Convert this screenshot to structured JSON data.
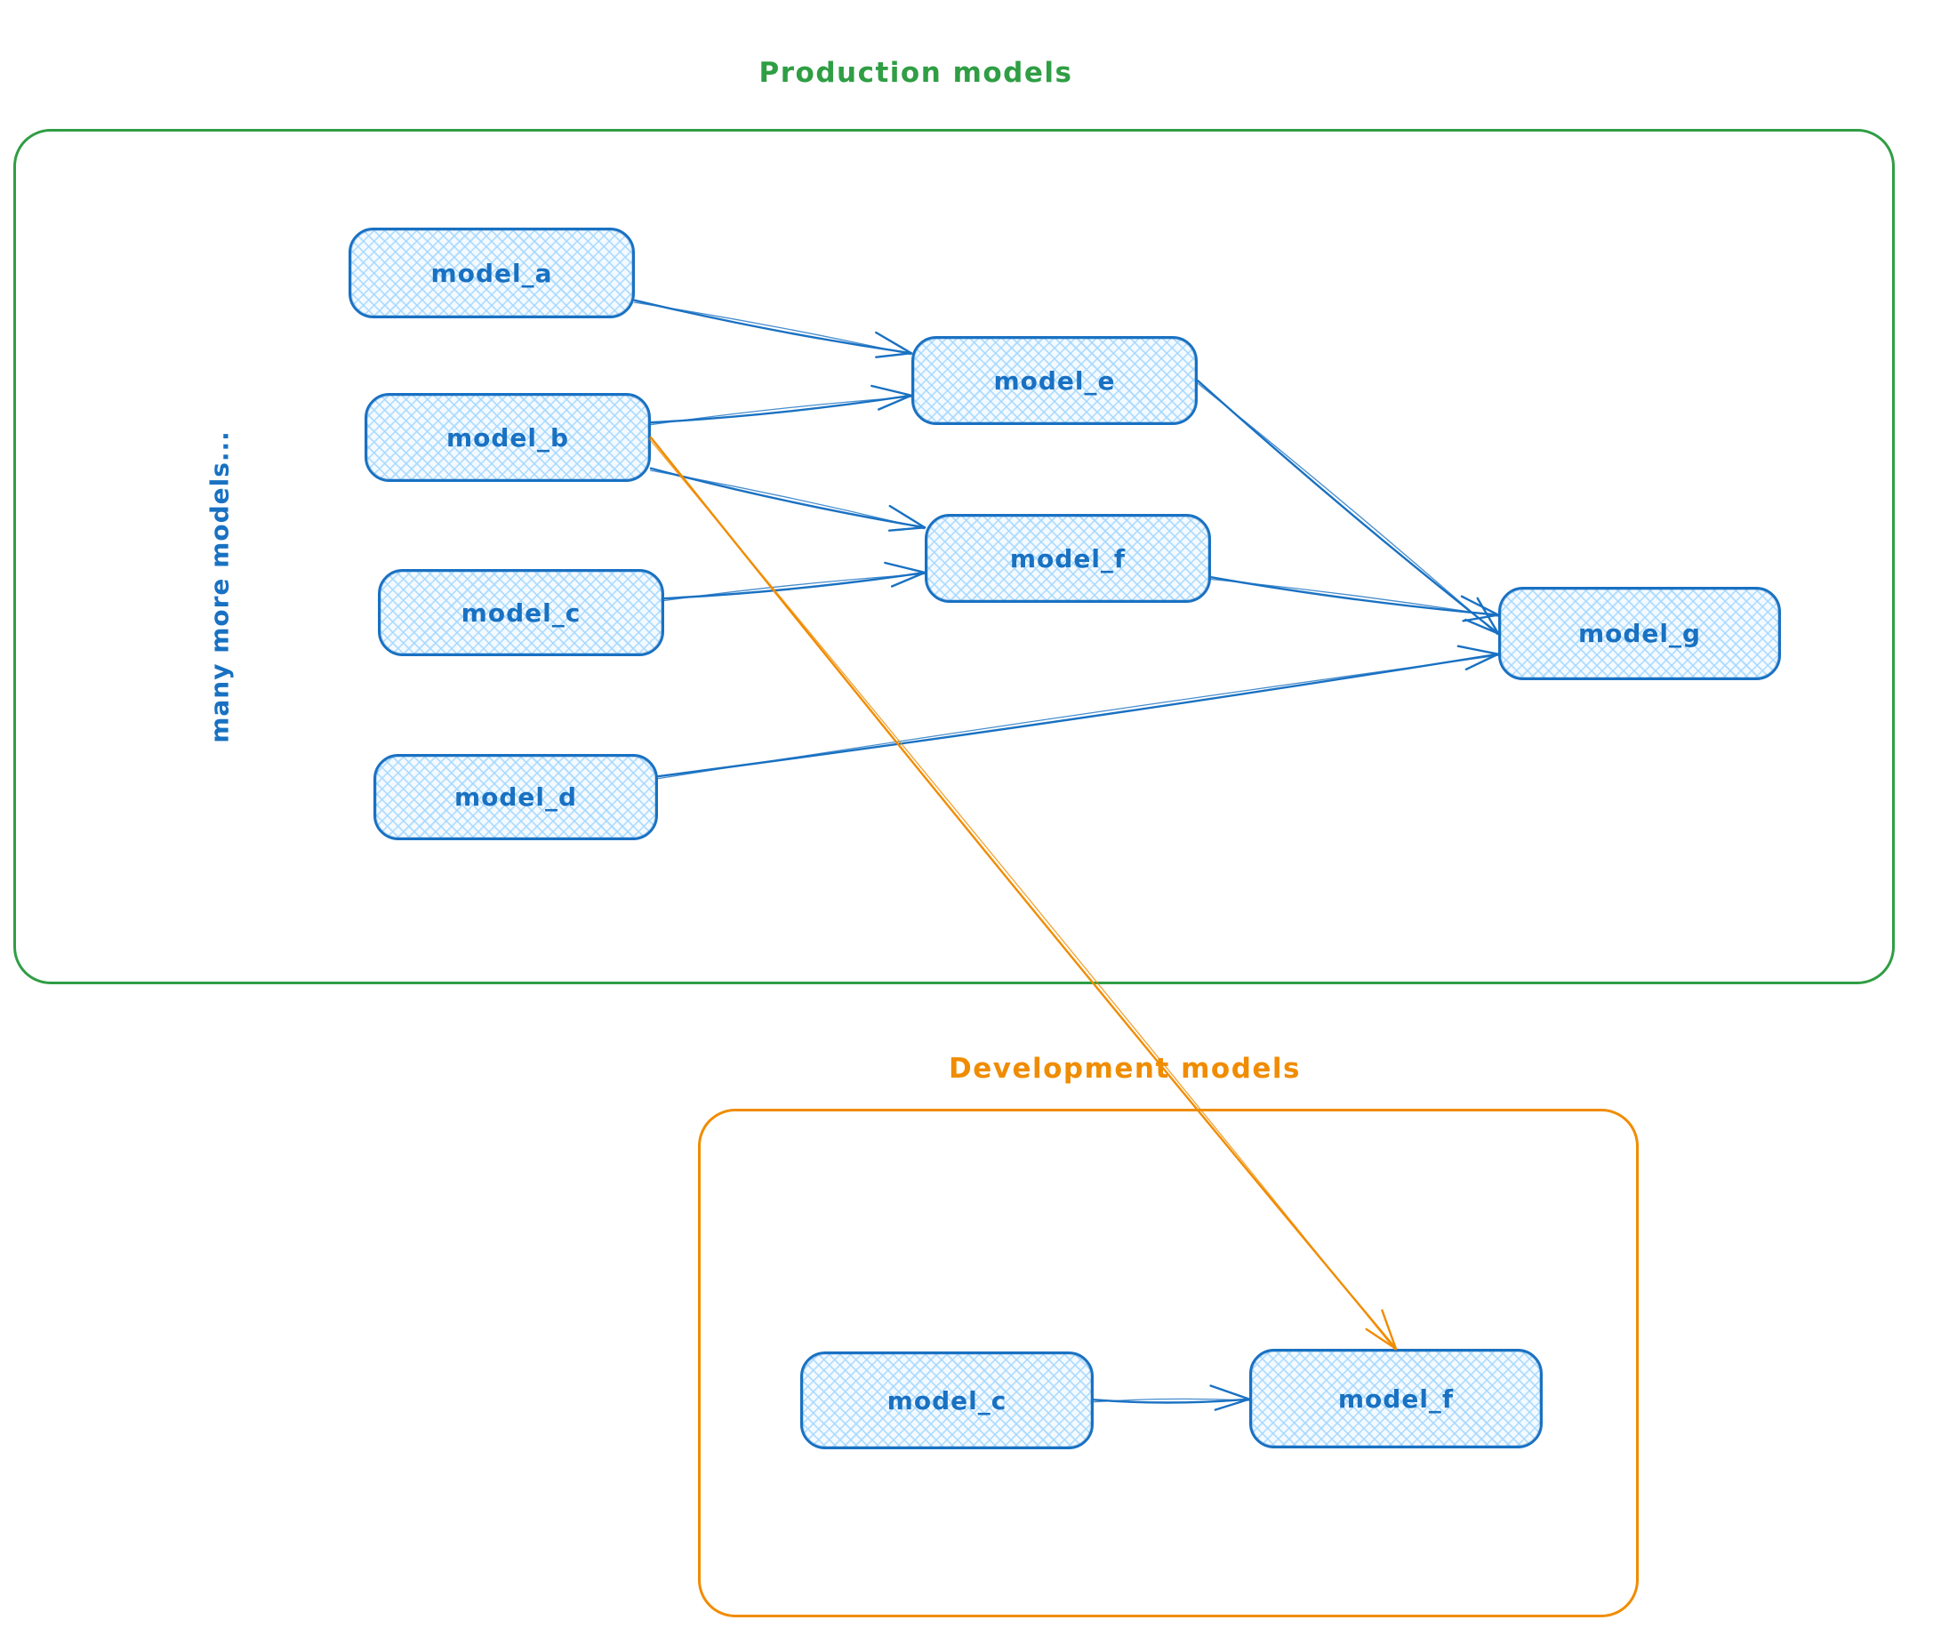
{
  "diagram": {
    "production": {
      "title": "Production models",
      "side_note": "many more models...",
      "nodes": {
        "model_a": {
          "label": "model_a"
        },
        "model_b": {
          "label": "model_b"
        },
        "model_c": {
          "label": "model_c"
        },
        "model_d": {
          "label": "model_d"
        },
        "model_e": {
          "label": "model_e"
        },
        "model_f": {
          "label": "model_f"
        },
        "model_g": {
          "label": "model_g"
        }
      }
    },
    "development": {
      "title": "Development models",
      "nodes": {
        "dev_model_c": {
          "label": "model_c"
        },
        "dev_model_f": {
          "label": "model_f"
        }
      }
    },
    "edges": [
      {
        "from": "model_a",
        "to": "model_e",
        "color": "blue"
      },
      {
        "from": "model_b",
        "to": "model_e",
        "color": "blue"
      },
      {
        "from": "model_b",
        "to": "model_f",
        "color": "blue"
      },
      {
        "from": "model_c",
        "to": "model_f",
        "color": "blue"
      },
      {
        "from": "model_e",
        "to": "model_g",
        "color": "blue",
        "fromSide": "right",
        "toSide": "left"
      },
      {
        "from": "model_f",
        "to": "model_g",
        "color": "blue"
      },
      {
        "from": "model_d",
        "to": "model_g",
        "color": "blue"
      },
      {
        "from": "model_b",
        "to": "dev_model_f",
        "color": "orange",
        "fromSide": "right",
        "toSide": "top"
      },
      {
        "from": "dev_model_c",
        "to": "dev_model_f",
        "color": "blue"
      }
    ],
    "colors": {
      "blue": "#1971c2",
      "orange": "#f08c00",
      "green": "#2f9e44",
      "node_fill": "#a5d8ff"
    }
  }
}
